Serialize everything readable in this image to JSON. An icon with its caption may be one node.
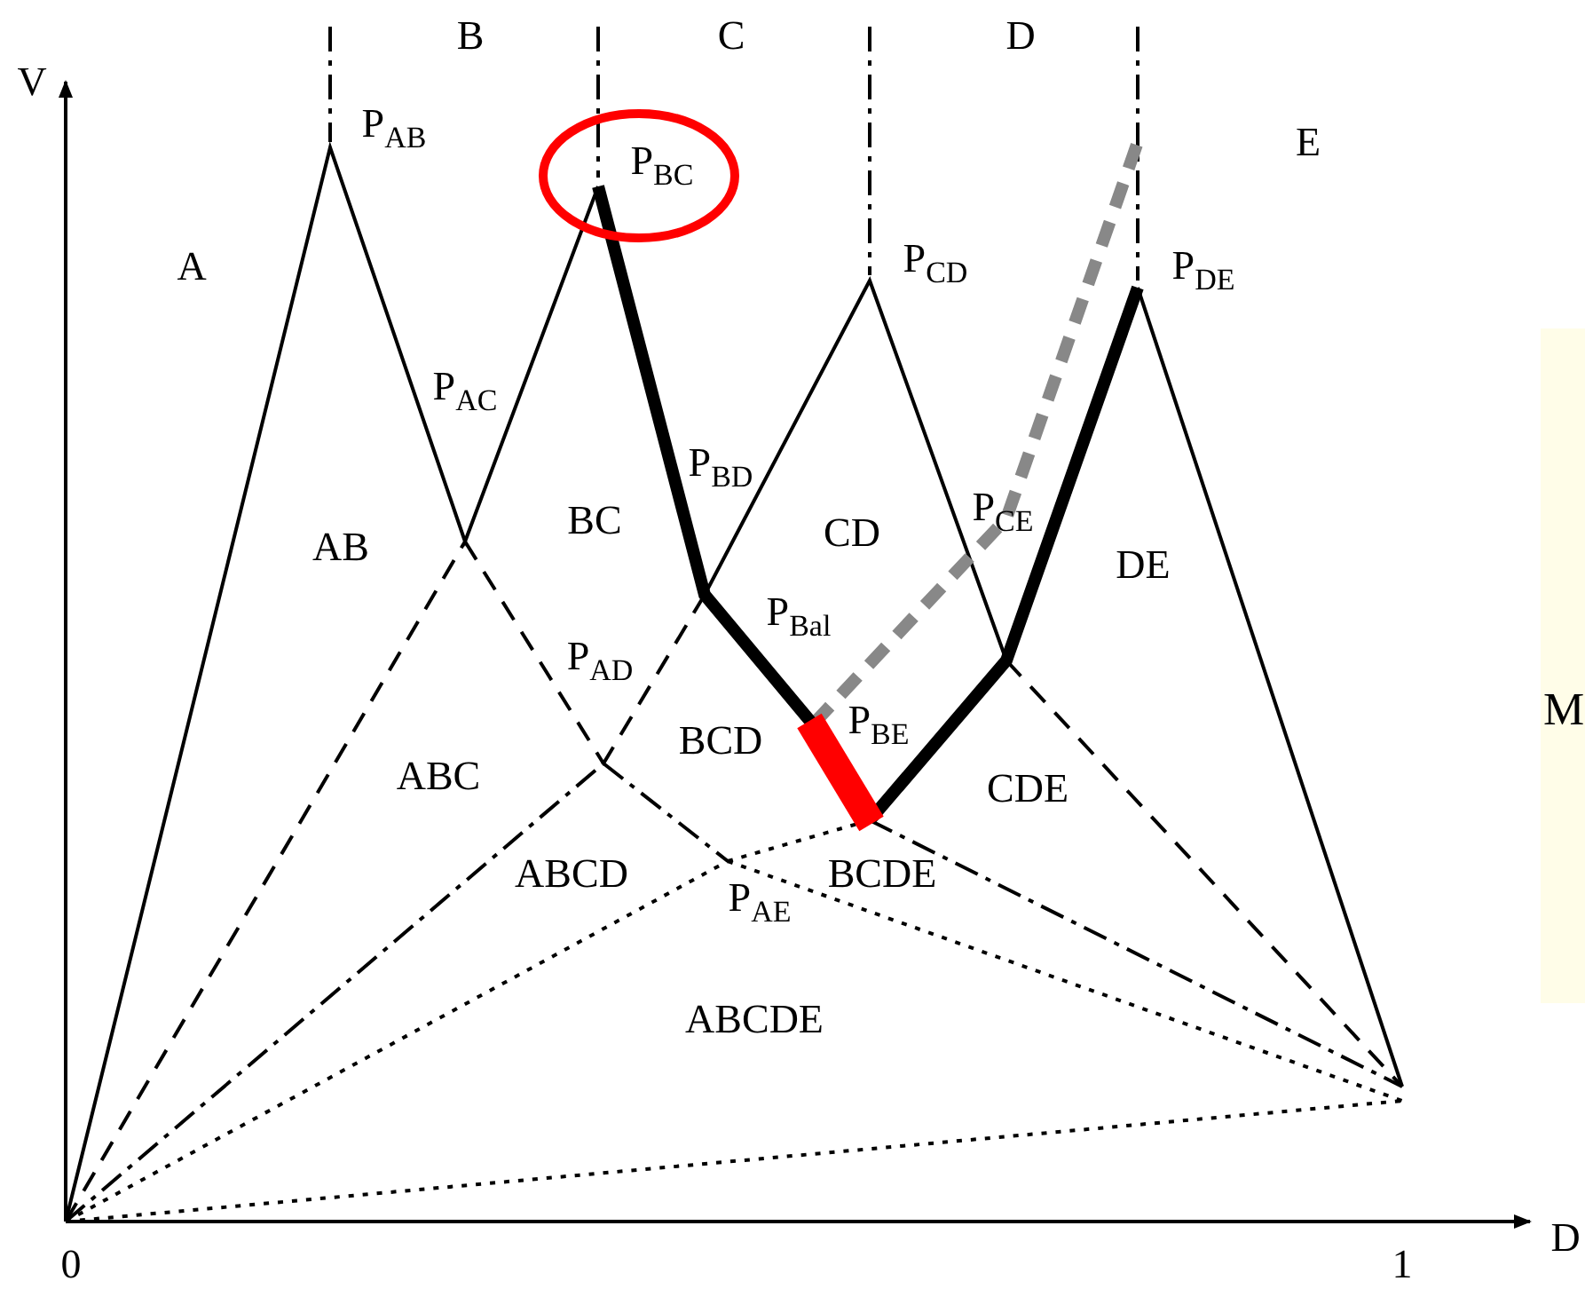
{
  "diagram": {
    "labels": [
      "B",
      "C",
      "D",
      "V",
      "P$_{AB}$",
      "E",
      "P$_{BC}$",
      "A",
      "P$_{CD}$",
      "P$_{DE}$",
      "P$_{AC}$",
      "P$_{BD}$",
      "P$_{CE}$",
      "AB",
      "BC",
      "CD",
      "DE",
      "P$_{AD}$",
      "P$_{Bal}$",
      "M",
      "BCD",
      "P$_{BE}$",
      "ABC",
      "CDE",
      "ABCD",
      "BCDE",
      "P$_{AE}$",
      "ABCDE",
      "0",
      "1",
      "D"
    ]
  }
}
